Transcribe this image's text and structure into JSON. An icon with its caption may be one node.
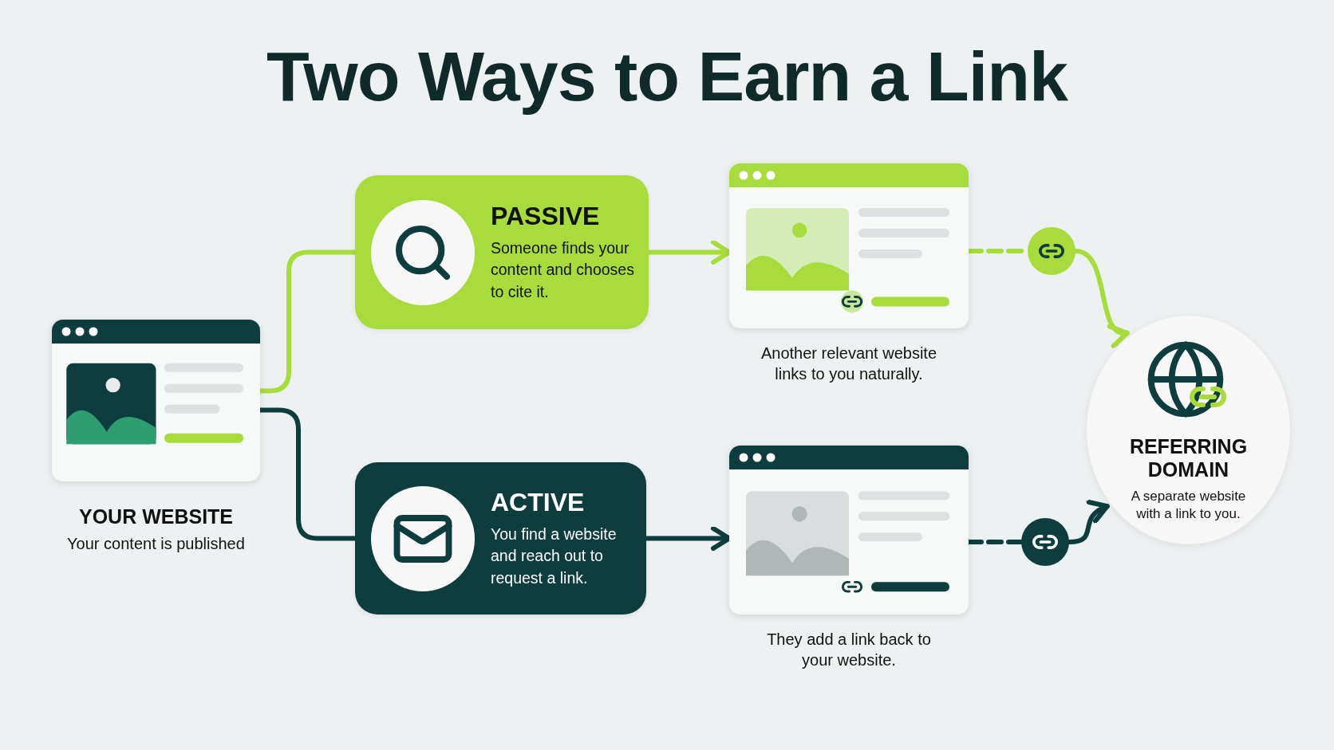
{
  "diagram": {
    "title": "Two Ways to Earn a Link",
    "nodes": [
      {
        "text": [
          "YOUR WEBSITE",
          "Your content is published"
        ]
      },
      {
        "text": [
          "PASSIVE",
          "Someone finds your content and chooses to cite it."
        ]
      },
      {
        "text": [
          "ACTIVE",
          "You find a website and reach out to request a link."
        ]
      },
      {
        "text": [
          "Another relevant website links to you naturally."
        ]
      },
      {
        "text": [
          "They add a link back to your website."
        ]
      },
      {
        "text": [],
        "shape": "circle"
      },
      {
        "text": [],
        "shape": "circle"
      },
      {
        "text": [
          "REFERRING DOMAIN",
          "A separate website with a link to you."
        ]
      }
    ],
    "edges": [
      {
        "from": 0,
        "to": 1,
        "arrow": "none",
        "color": "#a8dc3c"
      },
      {
        "from": 0,
        "to": 2,
        "arrow": "none",
        "color": "#0d3d3d"
      },
      {
        "from": 1,
        "to": 3,
        "arrow": "to",
        "color": "#a8dc3c"
      },
      {
        "from": 2,
        "to": 4,
        "arrow": "to",
        "color": "#0d3d3d"
      },
      {
        "from": 3,
        "to": 5,
        "arrow": "none",
        "style": "dashed",
        "color": "#a8dc3c"
      },
      {
        "from": 5,
        "to": 7,
        "arrow": "to",
        "color": "#a8dc3c"
      },
      {
        "from": 4,
        "to": 6,
        "arrow": "none",
        "style": "dashed",
        "color": "#0d3d3d"
      },
      {
        "from": 6,
        "to": 7,
        "arrow": "to",
        "color": "#0d3d3d"
      }
    ]
  }
}
